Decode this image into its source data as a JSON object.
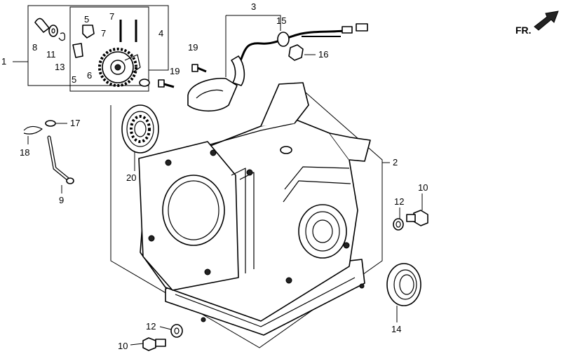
{
  "direction_label": "FR.",
  "callouts": {
    "c1": "1",
    "c2": "2",
    "c3": "3",
    "c4": "4",
    "c5a": "5",
    "c5b": "5",
    "c6": "6",
    "c7a": "7",
    "c7b": "7",
    "c8": "8",
    "c9": "9",
    "c10a": "10",
    "c10b": "10",
    "c11": "11",
    "c12a": "12",
    "c12b": "12",
    "c13": "13",
    "c14": "14",
    "c15": "15",
    "c16": "16",
    "c17": "17",
    "c18": "18",
    "c19a": "19",
    "c19b": "19",
    "c20": "20"
  }
}
